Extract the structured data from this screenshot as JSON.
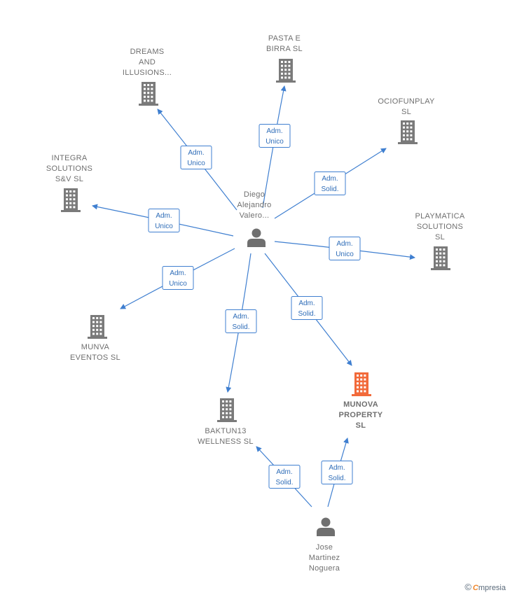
{
  "colors": {
    "edge": "#3f7fd0",
    "company": "#7a7a7a",
    "company_highlight": "#f26a3a",
    "person": "#6f6f6f"
  },
  "nodes": [
    {
      "id": "pasta",
      "type": "company",
      "lines": [
        "PASTA E",
        "BIRRA SL"
      ]
    },
    {
      "id": "dreams",
      "type": "company",
      "lines": [
        "DREAMS",
        "AND",
        "ILLUSIONS..."
      ]
    },
    {
      "id": "ociofun",
      "type": "company",
      "lines": [
        "OCIOFUNPLAY",
        "SL"
      ]
    },
    {
      "id": "integra",
      "type": "company",
      "lines": [
        "INTEGRA",
        "SOLUTIONS",
        "S&V SL"
      ]
    },
    {
      "id": "playmatica",
      "type": "company",
      "lines": [
        "PLAYMATICA",
        "SOLUTIONS",
        "SL"
      ]
    },
    {
      "id": "diego",
      "type": "person",
      "lines": [
        "Diego",
        "Alejandro",
        "Valero..."
      ]
    },
    {
      "id": "munva",
      "type": "company",
      "lines": [
        "MUNVA",
        "EVENTOS SL"
      ]
    },
    {
      "id": "munova",
      "type": "company",
      "highlight": true,
      "lines": [
        "MUNOVA",
        "PROPERTY",
        "SL"
      ]
    },
    {
      "id": "baktun",
      "type": "company",
      "lines": [
        "BAKTUN13",
        "WELLNESS SL"
      ]
    },
    {
      "id": "jose",
      "type": "person",
      "lines": [
        "Jose",
        "Martinez",
        "Noguera"
      ]
    }
  ],
  "edges": [
    {
      "from": "diego",
      "to": "pasta",
      "label": [
        "Adm.",
        "Unico"
      ]
    },
    {
      "from": "diego",
      "to": "dreams",
      "label": [
        "Adm.",
        "Unico"
      ]
    },
    {
      "from": "diego",
      "to": "ociofun",
      "label": [
        "Adm.",
        "Solid."
      ]
    },
    {
      "from": "diego",
      "to": "integra",
      "label": [
        "Adm.",
        "Unico"
      ]
    },
    {
      "from": "diego",
      "to": "playmatica",
      "label": [
        "Adm.",
        "Unico"
      ]
    },
    {
      "from": "diego",
      "to": "munva",
      "label": [
        "Adm.",
        "Unico"
      ]
    },
    {
      "from": "diego",
      "to": "baktun",
      "label": [
        "Adm.",
        "Solid."
      ]
    },
    {
      "from": "diego",
      "to": "munova",
      "label": [
        "Adm.",
        "Solid."
      ]
    },
    {
      "from": "jose",
      "to": "baktun",
      "label": [
        "Adm.",
        "Solid."
      ]
    },
    {
      "from": "jose",
      "to": "munova",
      "label": [
        "Adm.",
        "Solid."
      ]
    }
  ],
  "watermark": {
    "copyright": "©",
    "brand_first": "C",
    "brand_rest": "mpresia"
  }
}
